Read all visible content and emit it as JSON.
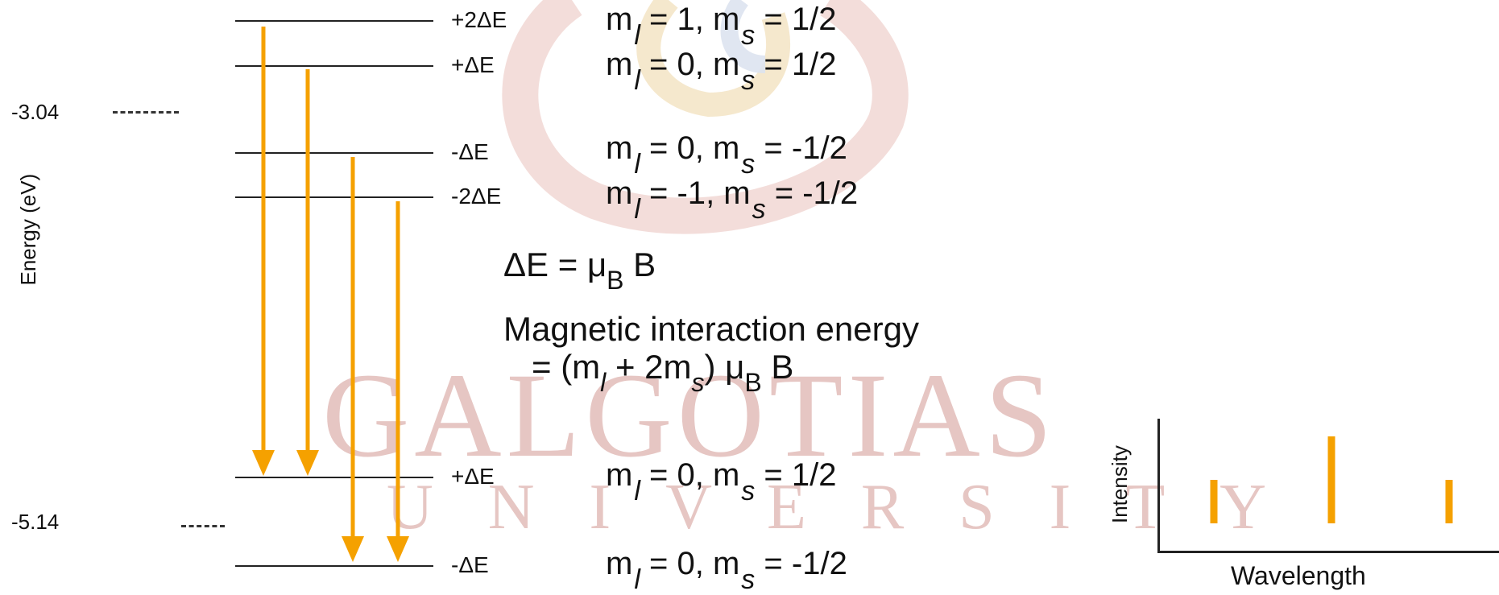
{
  "colors": {
    "arrow": "#F5A100",
    "line": "#222222",
    "text": "#111111",
    "watermark": "#E6C6C3"
  },
  "watermark": {
    "name": "GALGOTIAS",
    "sub": "UNIVERSITY"
  },
  "axis": {
    "label": "Energy (eV)",
    "upper_value": "-3.04",
    "lower_value": "-5.14"
  },
  "upper_levels": [
    {
      "shift": "+2ΔE",
      "ml": "1",
      "ms": "1/2"
    },
    {
      "shift": "+ΔE",
      "ml": "0",
      "ms": "1/2"
    },
    {
      "shift": "-ΔE",
      "ml": "0",
      "ms": "-1/2"
    },
    {
      "shift": "-2ΔE",
      "ml": "-1",
      "ms": "-1/2"
    }
  ],
  "lower_levels": [
    {
      "shift": "+ΔE",
      "ml": "0",
      "ms": "1/2"
    },
    {
      "shift": "-ΔE",
      "ml": "0",
      "ms": "-1/2"
    }
  ],
  "symbols": {
    "m": "m",
    "l": "l",
    "s": "s",
    "B": "B",
    "mu": "μ"
  },
  "equations": {
    "delta_lhs": "ΔE = ",
    "caption": "Magnetic interaction energy",
    "formula_prefix": "= (m",
    "formula_mid": " + 2m",
    "formula_close": ") "
  },
  "spectrum": {
    "ylabel": "Intensity",
    "xlabel": "Wavelength",
    "line_intensities": [
      0.5,
      1.0,
      0.5
    ]
  }
}
